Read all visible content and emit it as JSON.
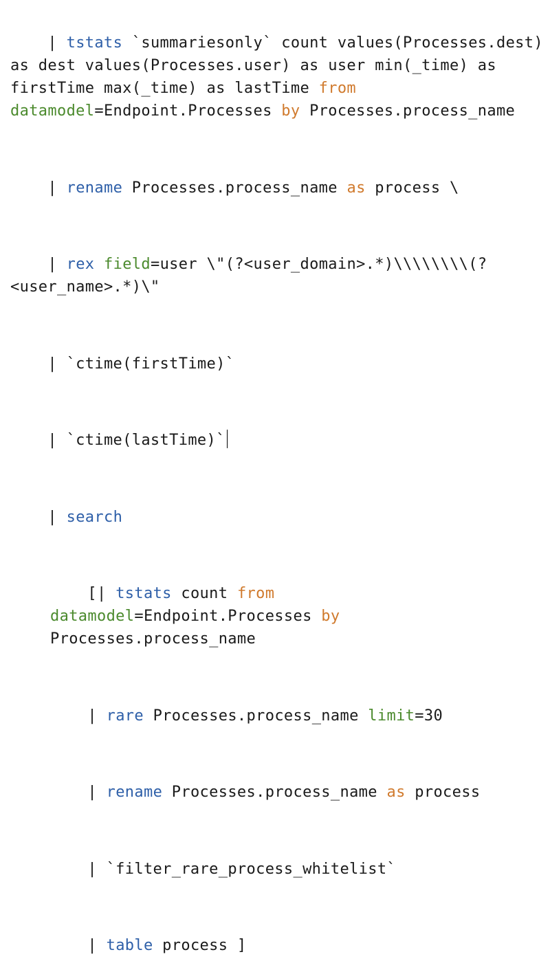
{
  "editor": {
    "statements": [
      {
        "id": "tstats",
        "indent": 0,
        "tokens": [
          {
            "t": "| ",
            "c": "txt"
          },
          {
            "t": "tstats",
            "c": "cmd"
          },
          {
            "t": " `summariesonly` count values(Processes.dest) as dest values(Processes.user) as user min(_time) as firstTime max(_time) as lastTime ",
            "c": "txt"
          },
          {
            "t": "from",
            "c": "kw"
          },
          {
            "t": " ",
            "c": "txt"
          },
          {
            "t": "datamodel",
            "c": "fld"
          },
          {
            "t": "=Endpoint.Processes ",
            "c": "txt"
          },
          {
            "t": "by",
            "c": "kw"
          },
          {
            "t": " Processes.process_name",
            "c": "txt"
          }
        ]
      },
      {
        "id": "rename-1",
        "indent": 0,
        "tokens": [
          {
            "t": "| ",
            "c": "txt"
          },
          {
            "t": "rename",
            "c": "cmd"
          },
          {
            "t": " Processes.process_name ",
            "c": "txt"
          },
          {
            "t": "as",
            "c": "kw"
          },
          {
            "t": " process \\",
            "c": "txt"
          }
        ]
      },
      {
        "id": "rex",
        "indent": 0,
        "tokens": [
          {
            "t": "| ",
            "c": "txt"
          },
          {
            "t": "rex",
            "c": "cmd"
          },
          {
            "t": " ",
            "c": "txt"
          },
          {
            "t": "field",
            "c": "fld"
          },
          {
            "t": "=user \\\"(?<user_domain>.*)\\\\\\\\\\\\\\\\(?<user_name>.*)\\\"",
            "c": "txt"
          }
        ]
      },
      {
        "id": "ctime-first",
        "indent": 0,
        "tokens": [
          {
            "t": "| `ctime(firstTime)`",
            "c": "txt"
          }
        ]
      },
      {
        "id": "ctime-last",
        "indent": 0,
        "cursor": true,
        "tokens": [
          {
            "t": "| `ctime(lastTime)`",
            "c": "txt"
          }
        ]
      },
      {
        "id": "search",
        "indent": 0,
        "tokens": [
          {
            "t": "| ",
            "c": "txt"
          },
          {
            "t": "search",
            "c": "cmd"
          }
        ]
      },
      {
        "id": "sub-tstats",
        "indent": 1,
        "tokens": [
          {
            "t": "[| ",
            "c": "txt"
          },
          {
            "t": "tstats",
            "c": "cmd"
          },
          {
            "t": " count ",
            "c": "txt"
          },
          {
            "t": "from",
            "c": "kw"
          },
          {
            "t": " ",
            "c": "txt"
          },
          {
            "t": "datamodel",
            "c": "fld"
          },
          {
            "t": "=Endpoint.Processes ",
            "c": "txt"
          },
          {
            "t": "by",
            "c": "kw"
          },
          {
            "t": " Processes.process_name",
            "c": "txt"
          }
        ]
      },
      {
        "id": "sub-rare",
        "indent": 1,
        "tokens": [
          {
            "t": "| ",
            "c": "txt"
          },
          {
            "t": "rare",
            "c": "cmd"
          },
          {
            "t": " Processes.process_name ",
            "c": "txt"
          },
          {
            "t": "limit",
            "c": "fld"
          },
          {
            "t": "=30",
            "c": "txt"
          }
        ]
      },
      {
        "id": "sub-rename",
        "indent": 1,
        "tokens": [
          {
            "t": "| ",
            "c": "txt"
          },
          {
            "t": "rename",
            "c": "cmd"
          },
          {
            "t": " Processes.process_name ",
            "c": "txt"
          },
          {
            "t": "as",
            "c": "kw"
          },
          {
            "t": " process",
            "c": "txt"
          }
        ]
      },
      {
        "id": "sub-macro",
        "indent": 1,
        "tokens": [
          {
            "t": "| `filter_rare_process_whitelist`",
            "c": "txt"
          }
        ]
      },
      {
        "id": "sub-table",
        "indent": 1,
        "tokens": [
          {
            "t": "| ",
            "c": "txt"
          },
          {
            "t": "table",
            "c": "cmd"
          },
          {
            "t": " process ]",
            "c": "txt"
          }
        ]
      }
    ]
  },
  "colors": {
    "command": "#2e5fa8",
    "keyword": "#d07a2d",
    "field": "#4b8a2d",
    "text": "#1a1a1a"
  }
}
